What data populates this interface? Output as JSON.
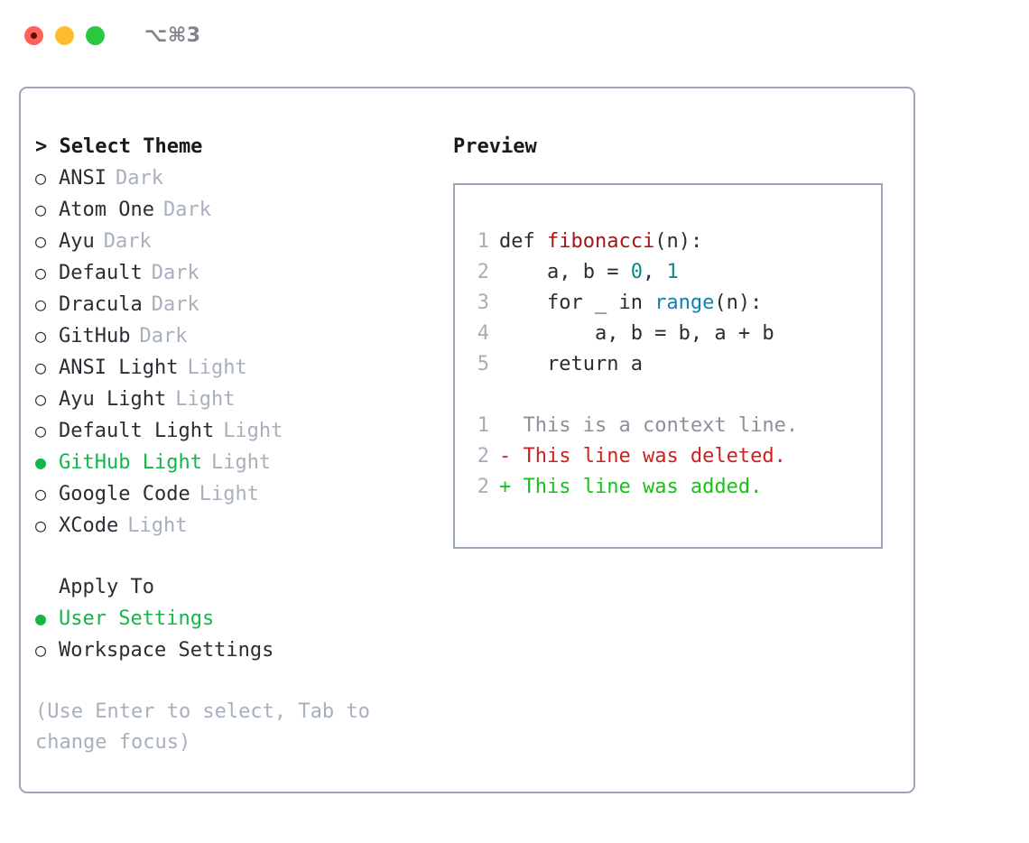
{
  "titlebar": {
    "shortcut": "⌥⌘3",
    "lights": [
      "close-red",
      "minimize-yellow",
      "maximize-green"
    ]
  },
  "theme_list": {
    "header": "> Select Theme",
    "items": [
      {
        "bullet": "○",
        "label": "ANSI",
        "variant": "Dark",
        "selected": false
      },
      {
        "bullet": "○",
        "label": "Atom One",
        "variant": "Dark",
        "selected": false
      },
      {
        "bullet": "○",
        "label": "Ayu",
        "variant": "Dark",
        "selected": false
      },
      {
        "bullet": "○",
        "label": "Default",
        "variant": "Dark",
        "selected": false
      },
      {
        "bullet": "○",
        "label": "Dracula",
        "variant": "Dark",
        "selected": false
      },
      {
        "bullet": "○",
        "label": "GitHub",
        "variant": "Dark",
        "selected": false
      },
      {
        "bullet": "○",
        "label": "ANSI Light",
        "variant": "Light",
        "selected": false
      },
      {
        "bullet": "○",
        "label": "Ayu Light",
        "variant": "Light",
        "selected": false
      },
      {
        "bullet": "○",
        "label": "Default Light",
        "variant": "Light",
        "selected": false
      },
      {
        "bullet": "●",
        "label": "GitHub Light",
        "variant": "Light",
        "selected": true
      },
      {
        "bullet": "○",
        "label": "Google Code",
        "variant": "Light",
        "selected": false
      },
      {
        "bullet": "○",
        "label": "XCode",
        "variant": "Light",
        "selected": false
      }
    ]
  },
  "apply_to": {
    "header": "Apply To",
    "items": [
      {
        "bullet": "●",
        "label": "User Settings",
        "selected": true
      },
      {
        "bullet": "○",
        "label": "Workspace Settings",
        "selected": false
      }
    ]
  },
  "hint": "(Use Enter to select, Tab to change focus)",
  "preview": {
    "title": "Preview",
    "code_lines": [
      {
        "no": "1",
        "segments": [
          {
            "t": "def ",
            "c": "code-text"
          },
          {
            "t": "fibonacci",
            "c": "tok-fn"
          },
          {
            "t": "(n):",
            "c": "code-text"
          }
        ]
      },
      {
        "no": "2",
        "segments": [
          {
            "t": "    a, b = ",
            "c": "code-text"
          },
          {
            "t": "0",
            "c": "tok-num"
          },
          {
            "t": ", ",
            "c": "code-text"
          },
          {
            "t": "1",
            "c": "tok-num"
          }
        ]
      },
      {
        "no": "3",
        "segments": [
          {
            "t": "    for _ in ",
            "c": "code-text"
          },
          {
            "t": "range",
            "c": "tok-call"
          },
          {
            "t": "(n):",
            "c": "code-text"
          }
        ]
      },
      {
        "no": "4",
        "segments": [
          {
            "t": "        a, b = b, a + b",
            "c": "code-text"
          }
        ]
      },
      {
        "no": "5",
        "segments": [
          {
            "t": "    return a",
            "c": "code-text"
          }
        ]
      }
    ],
    "diff_lines": [
      {
        "no": "1",
        "marker": "  ",
        "text": "This is a context line.",
        "kind": "diff-ctx"
      },
      {
        "no": "2",
        "marker": "- ",
        "text": "This line was deleted.",
        "kind": "diff-del"
      },
      {
        "no": "2",
        "marker": "+ ",
        "text": "This line was added.",
        "kind": "diff-add"
      }
    ]
  },
  "colors": {
    "selected_green": "#14B64A",
    "muted_gray": "#A8B0BE",
    "border": "#9BA6B6",
    "text": "#2A2D33",
    "diff_add": "#14C414",
    "diff_del": "#CE2020",
    "syntax_function": "#A5161A",
    "syntax_number": "#0B8A8A",
    "syntax_call": "#0C80BC"
  }
}
